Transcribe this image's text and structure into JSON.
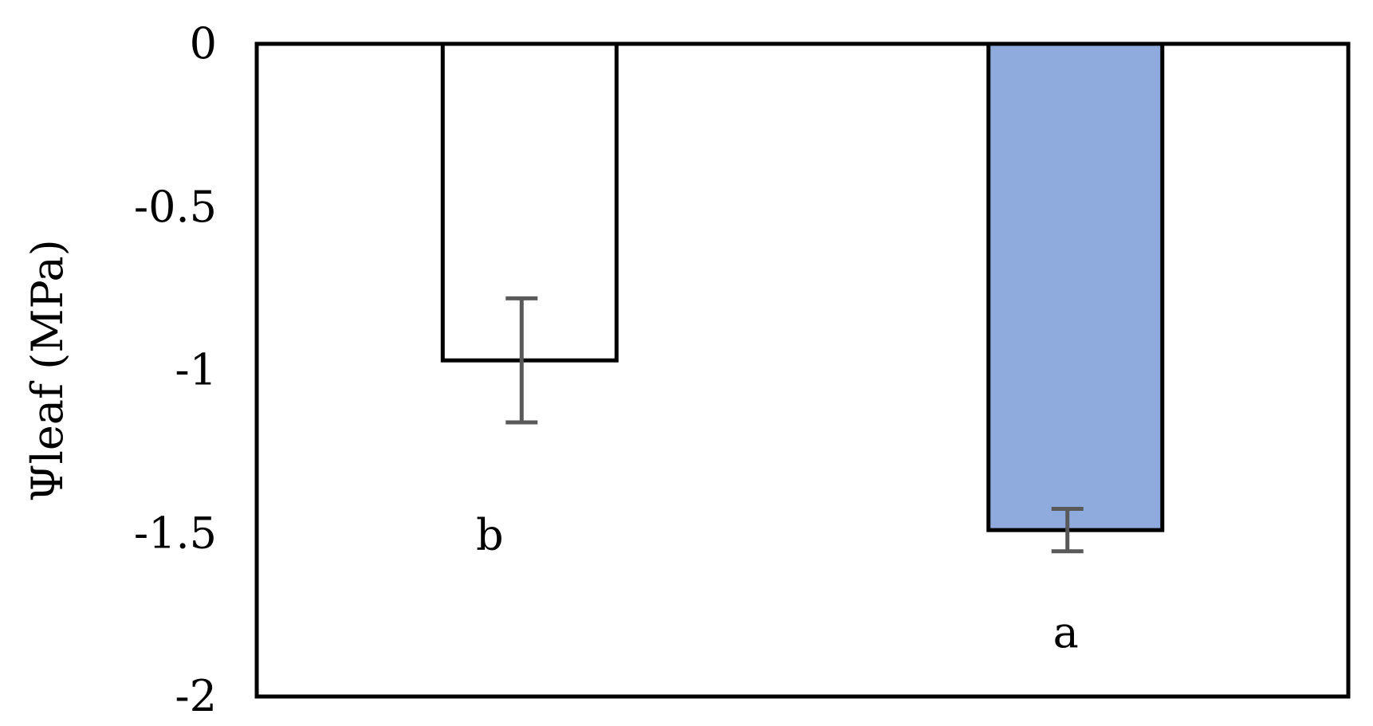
{
  "chart_data": {
    "type": "bar",
    "title": "",
    "xlabel": "",
    "ylabel": "Ψleaf (MPa)",
    "ylim": [
      -2,
      0
    ],
    "yticks": [
      {
        "value": 0,
        "label": "0"
      },
      {
        "value": -0.5,
        "label": "-0.5"
      },
      {
        "value": -1,
        "label": "-1"
      },
      {
        "value": -1.5,
        "label": "-1.5"
      },
      {
        "value": -2,
        "label": "-2"
      }
    ],
    "grid": false,
    "legend": "none",
    "bars": [
      {
        "value": -0.97,
        "error": 0.19,
        "fill": "#ffffff",
        "sig_label": "b",
        "sig_label_y": -1.5
      },
      {
        "value": -1.49,
        "error": 0.065,
        "fill": "#8faadc",
        "sig_label": "a",
        "sig_label_y": -1.8
      }
    ],
    "colors": {
      "outline": "#000000",
      "error_bar": "#595959"
    }
  }
}
